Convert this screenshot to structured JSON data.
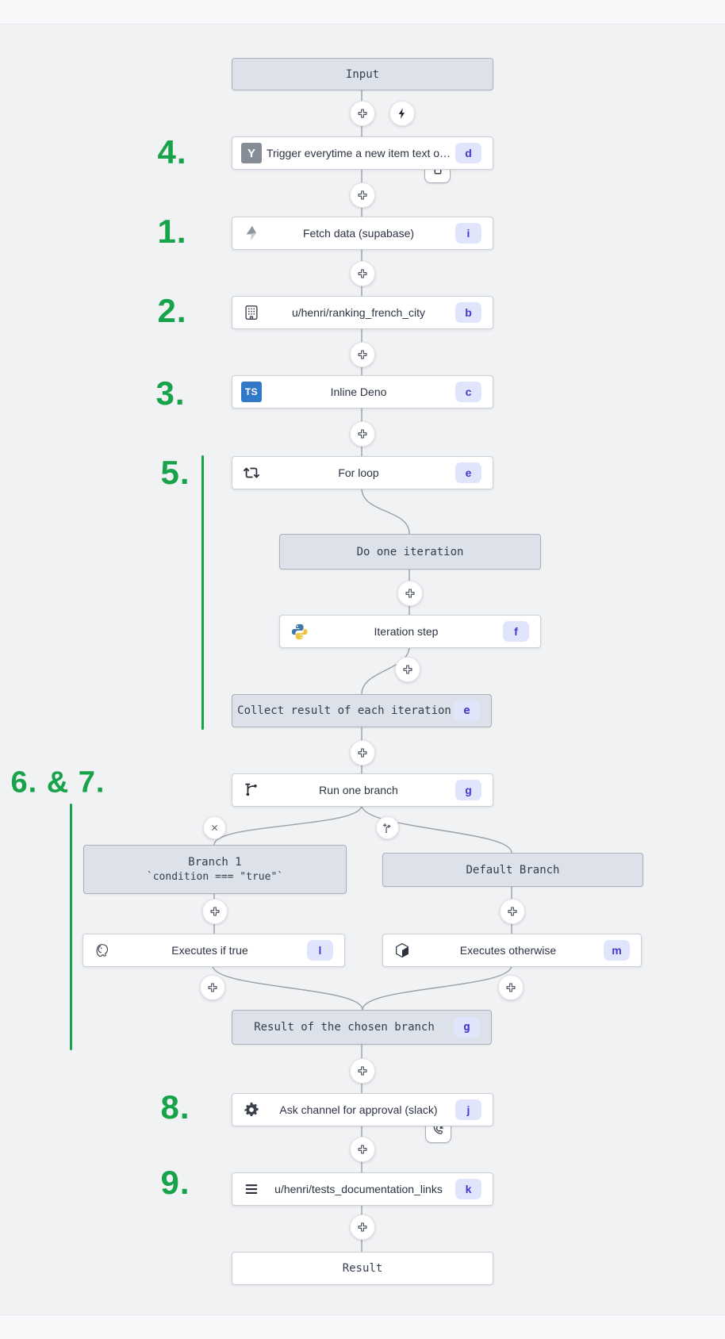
{
  "nodes": {
    "input": {
      "label": "Input"
    },
    "trigger": {
      "label": "Trigger everytime a new item text o…",
      "badge": "d"
    },
    "fetch_data": {
      "label": "Fetch data (supabase)",
      "badge": "i"
    },
    "ranking_french_city": {
      "label": "u/henri/ranking_french_city",
      "badge": "b"
    },
    "inline_deno": {
      "label": "Inline Deno",
      "badge": "c"
    },
    "for_loop": {
      "label": "For loop",
      "badge": "e"
    },
    "do_one_iteration": {
      "label": "Do one iteration"
    },
    "iteration_step": {
      "label": "Iteration step",
      "badge": "f"
    },
    "collect_result": {
      "label": "Collect result of each iteration",
      "badge": "e"
    },
    "run_one_branch": {
      "label": "Run one branch",
      "badge": "g"
    },
    "branch_1": {
      "title": "Branch 1",
      "condition": "`condition === \"true\"`"
    },
    "default_branch": {
      "label": "Default Branch"
    },
    "executes_if_true": {
      "label": "Executes if true",
      "badge": "l"
    },
    "executes_otherwise": {
      "label": "Executes otherwise",
      "badge": "m"
    },
    "result_of_chosen_branch": {
      "label": "Result of the chosen branch",
      "badge": "g"
    },
    "ask_channel": {
      "label": "Ask channel for approval (slack)",
      "badge": "j"
    },
    "tests_documentation_links": {
      "label": "u/henri/tests_documentation_links",
      "badge": "k"
    },
    "result": {
      "label": "Result"
    }
  },
  "annotations": {
    "n1": "1.",
    "n2": "2.",
    "n3": "3.",
    "n4": "4.",
    "n5": "5.",
    "n67": "6. & 7.",
    "n8": "8.",
    "n9": "9."
  },
  "icons": {
    "trigger": "hacker-news-y-icon",
    "trigger_icon_text": "Y",
    "fetch_data": "supabase-bolt-icon",
    "ranking_french_city": "building-icon",
    "inline_deno": "typescript-icon",
    "inline_deno_icon_text": "TS",
    "for_loop": "repeat-loop-icon",
    "iteration_step": "python-icon",
    "run_one_branch": "git-branch-icon",
    "executes_if_true": "postgresql-elephant-icon",
    "executes_otherwise": "cube-icon",
    "ask_channel": "gear-icon",
    "tests_documentation_links": "list-icon",
    "add_step_buttons": "plus-icon",
    "trigger_shortcut": "lightning-bolt-icon",
    "early_stop": "square-icon",
    "suspend_approval": "phone-incoming-icon",
    "remove_branch": "x-icon",
    "add_branch": "split-branch-icon"
  },
  "colors": {
    "annotation_green": "#16a34a",
    "badge_bg": "#e1e5fc",
    "badge_text": "#4338ca",
    "virtual_node_bg": "#dce1ea",
    "node_bg": "#ffffff",
    "connector_gray": "#9aa0a6",
    "canvas_bg": "#f1f2f4"
  }
}
